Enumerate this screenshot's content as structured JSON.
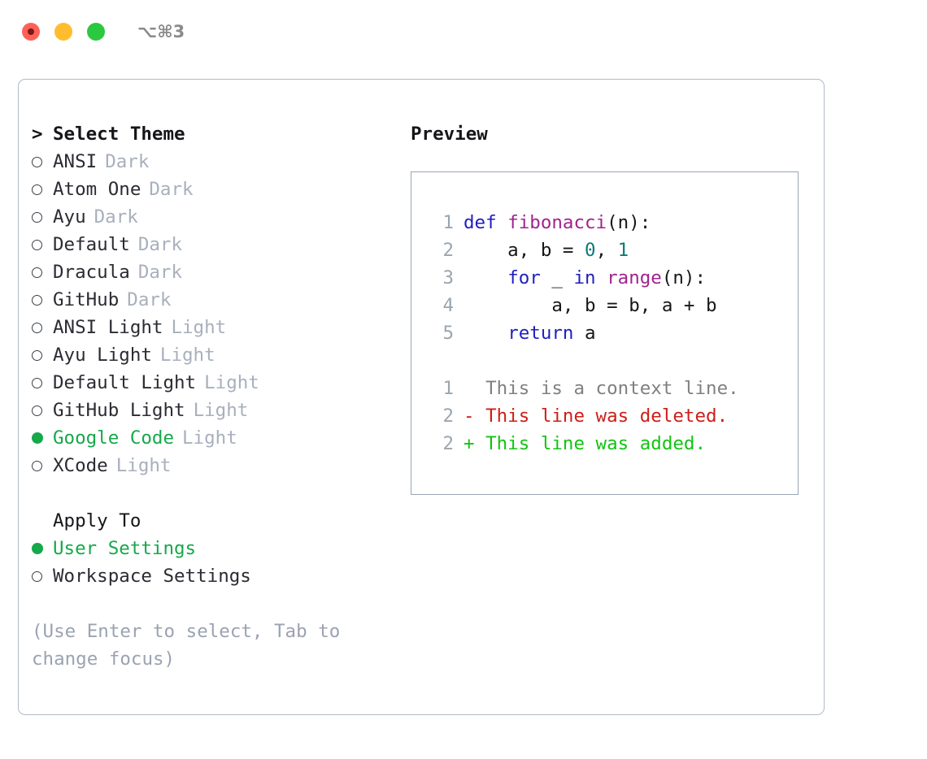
{
  "titlebar": {
    "shortcut": "⌥⌘3",
    "buttons": [
      "close",
      "minimize",
      "maximize"
    ]
  },
  "theme_picker": {
    "heading": "Select Theme",
    "caret": ">",
    "bullet_unselected": "○",
    "bullet_selected": "●",
    "items": [
      {
        "name": "ANSI",
        "category": "Dark",
        "selected": false
      },
      {
        "name": "Atom One",
        "category": "Dark",
        "selected": false
      },
      {
        "name": "Ayu",
        "category": "Dark",
        "selected": false
      },
      {
        "name": "Default",
        "category": "Dark",
        "selected": false
      },
      {
        "name": "Dracula",
        "category": "Dark",
        "selected": false
      },
      {
        "name": "GitHub",
        "category": "Dark",
        "selected": false
      },
      {
        "name": "ANSI Light",
        "category": "Light",
        "selected": false
      },
      {
        "name": "Ayu Light",
        "category": "Light",
        "selected": false
      },
      {
        "name": "Default Light",
        "category": "Light",
        "selected": false
      },
      {
        "name": "GitHub Light",
        "category": "Light",
        "selected": false
      },
      {
        "name": "Google Code",
        "category": "Light",
        "selected": true
      },
      {
        "name": "XCode",
        "category": "Light",
        "selected": false
      }
    ]
  },
  "apply_to": {
    "heading": "Apply To",
    "items": [
      {
        "name": "User Settings",
        "selected": true
      },
      {
        "name": "Workspace Settings",
        "selected": false
      }
    ]
  },
  "hint": "(Use Enter to select, Tab to change focus)",
  "preview": {
    "title": "Preview",
    "code_lines": [
      {
        "no": "1",
        "tokens": [
          {
            "t": "def ",
            "c": "kw"
          },
          {
            "t": "fibonacci",
            "c": "fn"
          },
          {
            "t": "(n):",
            "c": "def"
          }
        ]
      },
      {
        "no": "2",
        "tokens": [
          {
            "t": "    a, b = ",
            "c": "def"
          },
          {
            "t": "0",
            "c": "num"
          },
          {
            "t": ", ",
            "c": "def"
          },
          {
            "t": "1",
            "c": "num"
          }
        ]
      },
      {
        "no": "3",
        "tokens": [
          {
            "t": "    ",
            "c": "def"
          },
          {
            "t": "for",
            "c": "kw"
          },
          {
            "t": " _ ",
            "c": "def"
          },
          {
            "t": "in",
            "c": "kw"
          },
          {
            "t": " ",
            "c": "def"
          },
          {
            "t": "range",
            "c": "fn"
          },
          {
            "t": "(n):",
            "c": "def"
          }
        ]
      },
      {
        "no": "4",
        "tokens": [
          {
            "t": "        a, b = b, a + b",
            "c": "def"
          }
        ]
      },
      {
        "no": "5",
        "tokens": [
          {
            "t": "    ",
            "c": "def"
          },
          {
            "t": "return",
            "c": "kw"
          },
          {
            "t": " a",
            "c": "def"
          }
        ]
      }
    ],
    "diff_lines": [
      {
        "no": "1",
        "marker": "  ",
        "text": "This is a context line.",
        "kind": "ctx"
      },
      {
        "no": "2",
        "marker": "- ",
        "text": "This line was deleted.",
        "kind": "del"
      },
      {
        "no": "2",
        "marker": "+ ",
        "text": "This line was added.",
        "kind": "add"
      }
    ]
  },
  "colors": {
    "accent_green": "#16a84b",
    "keyword_blue": "#1f1fbe",
    "function_magenta": "#a0248c",
    "number_teal": "#0c7b78",
    "diff_deleted": "#cc1f18",
    "diff_added": "#12c412",
    "muted_gray": "#a8b0bd",
    "hint_gray": "#9aa3b2",
    "border": "#b0b9c6"
  }
}
